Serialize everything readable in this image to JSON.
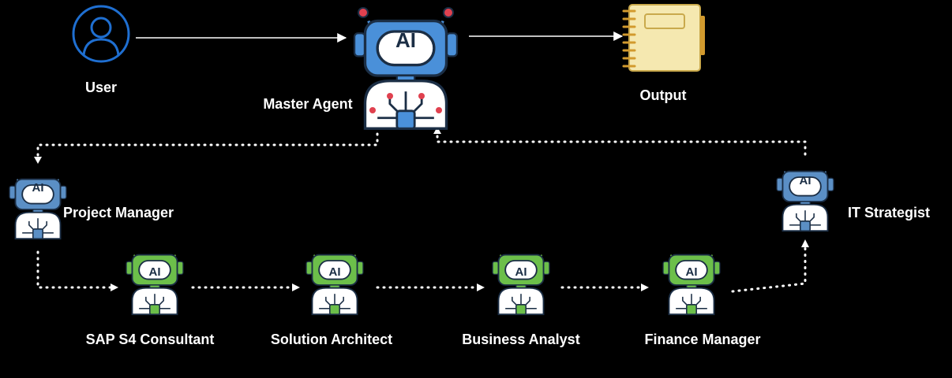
{
  "labels": {
    "user": "User",
    "master_agent": "Master Agent",
    "output": "Output",
    "project_manager": "Project Manager",
    "it_strategist": "IT Strategist",
    "sap_consultant": "SAP S4 Consultant",
    "solution_architect": "Solution Architect",
    "business_analyst": "Business Analyst",
    "finance_manager": "Finance Manager"
  },
  "robot_text": "AI",
  "colors": {
    "background": "#000000",
    "label": "#ffffff",
    "user_icon": "#1f6fd1",
    "master_robot": "#4a90d9",
    "coordinator_robot": "#5b8fc5",
    "specialist_robot": "#6cbf4a",
    "notebook": "#f5e8b0",
    "notebook_spiral": "#d29a2e",
    "connector": "#ffffff"
  },
  "icons": {
    "user": "user-icon",
    "robot": "robot-icon",
    "output": "notebook-icon"
  }
}
